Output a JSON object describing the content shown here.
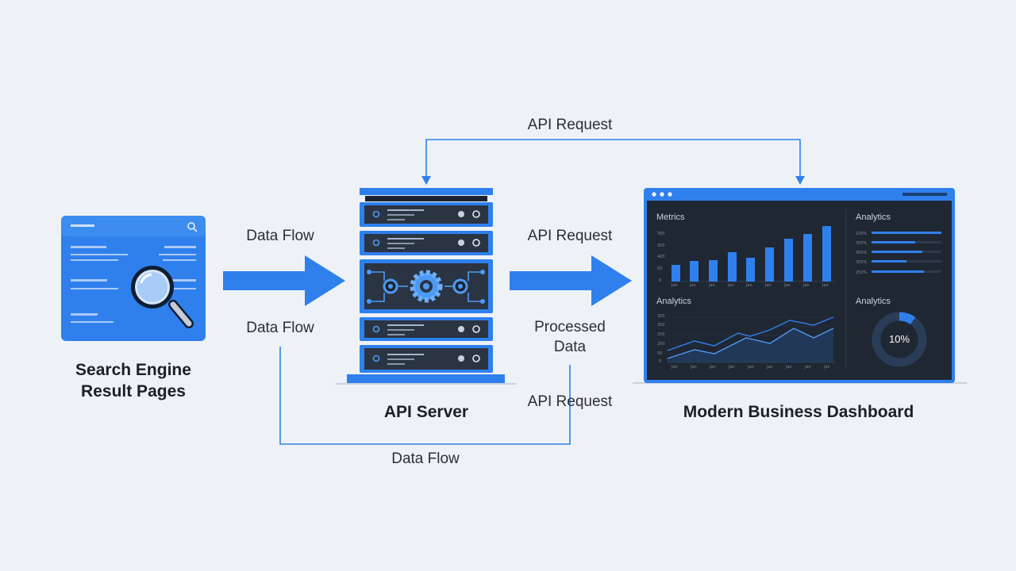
{
  "labels": {
    "data_flow_top": "Data Flow",
    "data_flow_mid": "Data Flow",
    "data_flow_bottom": "Data Flow",
    "api_request_top": "API Request",
    "api_request_mid": "API Request",
    "api_request_bottom": "API Request",
    "processed_data": "Processed\nData"
  },
  "nodes": {
    "serp": "Search Engine\nResult Pages",
    "server": "API Server",
    "dashboard": "Modern Business Dashboard"
  },
  "dashboard": {
    "metrics_title": "Metrics",
    "analytics_title_right": "Analytics",
    "analytics_title_line": "Analytics",
    "analytics_title_donut": "Analytics",
    "donut_label": "10%",
    "donut_value": 0.1
  },
  "colors": {
    "accent": "#2f80ed",
    "accent_dark": "#1f6fe0",
    "server_dark": "#2b3442",
    "dashboard_bg": "#1f2733",
    "background": "#eef2f6"
  },
  "icons": [
    "magnifier-icon",
    "search-icon",
    "gear-icon",
    "server-rack-icon",
    "arrow-right-icon"
  ]
}
